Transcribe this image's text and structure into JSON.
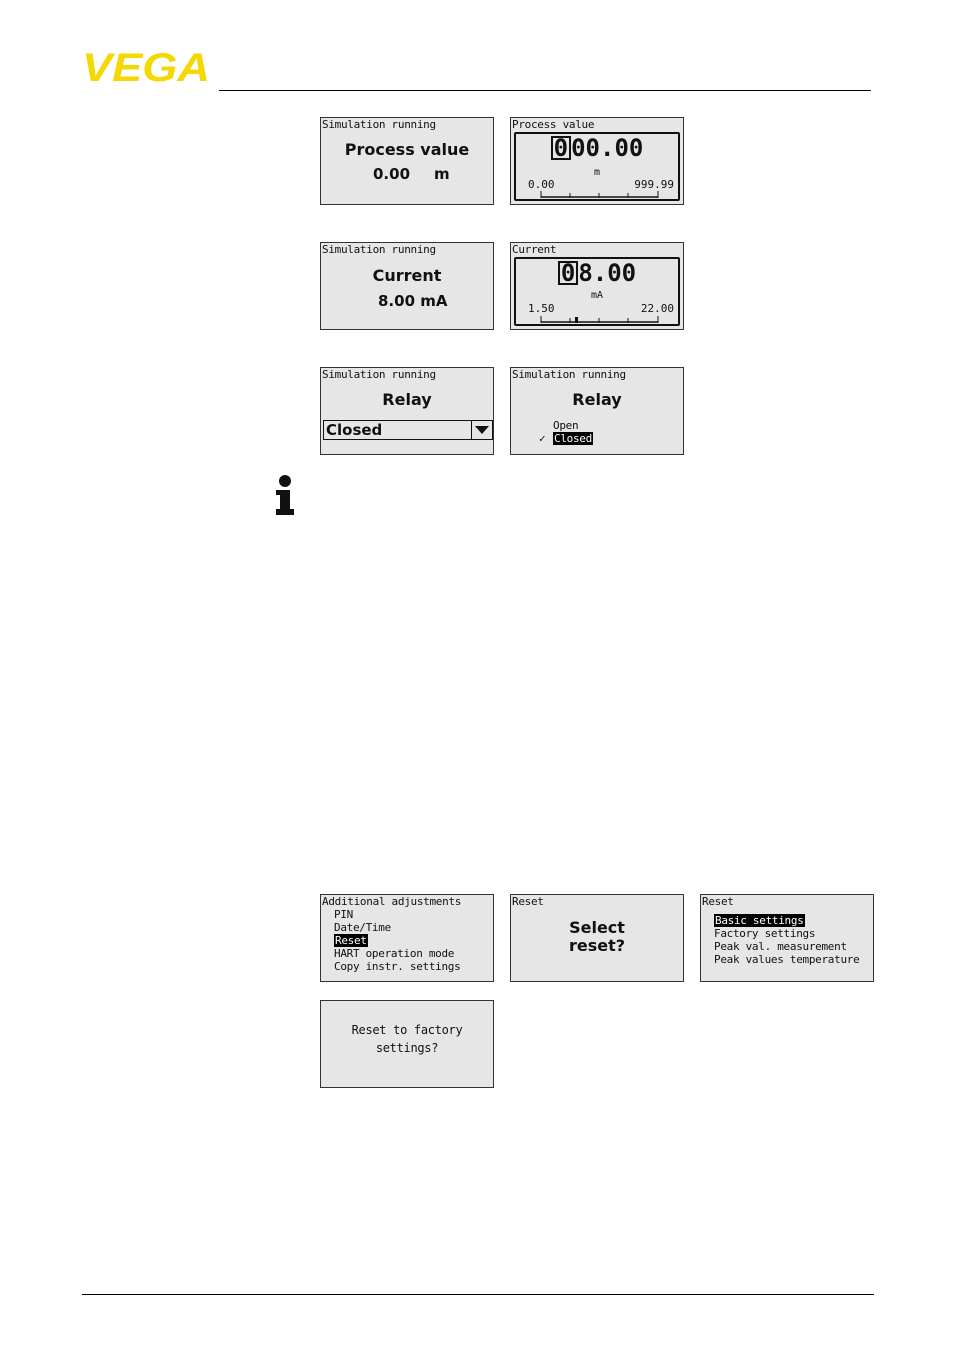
{
  "header": {
    "logo_text": "VEGA"
  },
  "screens": {
    "sim_process": {
      "title": "Simulation running",
      "label": "Process value",
      "value": "0.00",
      "unit": "m"
    },
    "edit_process": {
      "title": "Process value",
      "cursor_digit": "0",
      "rest_digits": "00.00",
      "unit": "m",
      "min": "0.00",
      "max": "999.99"
    },
    "sim_current": {
      "title": "Simulation running",
      "label": "Current",
      "value": "8.00 mA"
    },
    "edit_current": {
      "title": "Current",
      "cursor_digit": "0",
      "rest_digits": "8.00",
      "unit": "mA",
      "min": "1.50",
      "max": "22.00"
    },
    "sim_relay": {
      "title": "Simulation running",
      "label": "Relay",
      "selected": "Closed"
    },
    "relay_options": {
      "title": "Simulation running",
      "label": "Relay",
      "options": [
        "Open",
        "Closed"
      ],
      "checkmark": "✓"
    },
    "additional": {
      "title": "Additional adjustments",
      "items": [
        "PIN",
        "Date/Time",
        "Reset",
        "HART operation mode",
        "Copy instr. settings"
      ]
    },
    "reset_select": {
      "title": "Reset",
      "line1": "Select",
      "line2": "reset?"
    },
    "reset_menu": {
      "title": "Reset",
      "items": [
        "Basic settings",
        "Factory settings",
        "Peak val. measurement",
        "Peak values temperature"
      ]
    },
    "reset_factory": {
      "line1": "Reset to factory",
      "line2": "settings?"
    }
  },
  "colors": {
    "logo": "#f5d800",
    "lcd_bg": "#e6e6e6"
  },
  "icons": {
    "info": "info-icon"
  }
}
